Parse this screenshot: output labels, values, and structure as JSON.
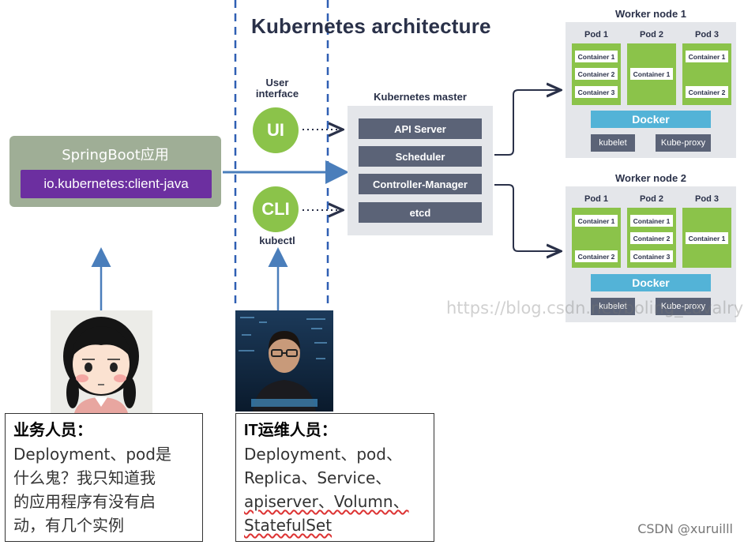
{
  "title": "Kubernetes architecture",
  "springboot": {
    "title": "SpringBoot应用",
    "library": "io.kubernetes:client-java"
  },
  "user_interface": {
    "label_line1": "User",
    "label_line2": "interface",
    "circle": "UI"
  },
  "cli": {
    "circle": "CLI",
    "label": "kubectl"
  },
  "master": {
    "title": "Kubernetes master",
    "items": [
      "API Server",
      "Scheduler",
      "Controller-Manager",
      "etcd"
    ]
  },
  "worker1": {
    "title": "Worker node 1",
    "pods": [
      {
        "label": "Pod 1",
        "containers": [
          "Container 1",
          "Container 2",
          "Container 3"
        ]
      },
      {
        "label": "Pod 2",
        "containers": [
          "Container 1"
        ]
      },
      {
        "label": "Pod 3",
        "containers": [
          "Container 1",
          "Container 2"
        ]
      }
    ],
    "docker": "Docker",
    "kubelet": "kubelet",
    "kube_proxy": "Kube-proxy"
  },
  "worker2": {
    "title": "Worker node 2",
    "pods": [
      {
        "label": "Pod 1",
        "containers": [
          "Container 1",
          "Container 2"
        ]
      },
      {
        "label": "Pod 2",
        "containers": [
          "Container 1",
          "Container 2",
          "Container 3"
        ]
      },
      {
        "label": "Pod 3",
        "containers": [
          "Container 1"
        ]
      }
    ],
    "docker": "Docker",
    "kubelet": "kubelet",
    "kube_proxy": "Kube-proxy"
  },
  "watermark": "https://blog.csdn.net/boling_cavalry",
  "business": {
    "heading": "业务人员：",
    "lines": [
      "Deployment、pod是",
      "什么鬼？我只知道我",
      "的应用程序有没有启",
      "动，有几个实例"
    ]
  },
  "it_ops": {
    "heading": "IT运维人员：",
    "lines": [
      "Deployment、pod、",
      "Replica、Service、",
      "apiserver、Volumn、",
      "StatefulSet"
    ]
  },
  "footer": "CSDN @xuruilll",
  "colors": {
    "accent_green": "#8bc34a",
    "master_btn": "#5b6377",
    "docker": "#53b3d7",
    "arrow_blue": "#4a7ebb",
    "dashed_blue": "#2f5fb3",
    "purple": "#6c2fa0"
  }
}
